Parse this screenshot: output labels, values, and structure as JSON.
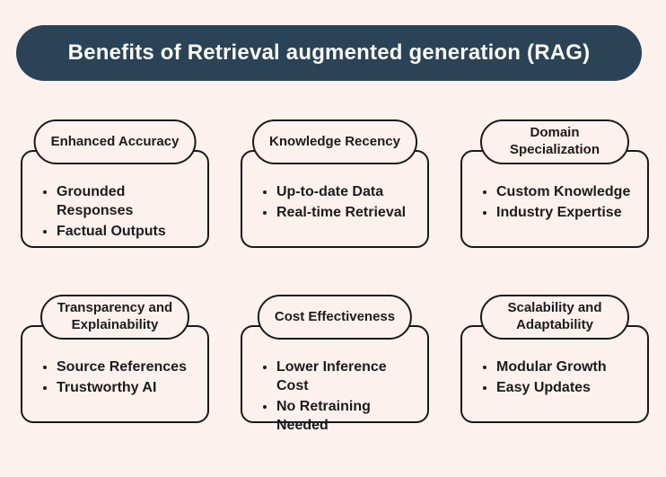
{
  "page": {
    "background_color": "#fdf1ee",
    "accent_color": "#2b4356",
    "border_color": "#1a1a1a",
    "text_color": "#1c1c1c"
  },
  "header": {
    "title": "Benefits of Retrieval augmented generation (RAG)",
    "text_color": "#fafaf8"
  },
  "cards": [
    {
      "title": "Enhanced Accuracy",
      "bullets": [
        "Grounded Responses",
        "Factual Outputs"
      ]
    },
    {
      "title": "Knowledge Recency",
      "bullets": [
        "Up-to-date Data",
        "Real-time Retrieval"
      ]
    },
    {
      "title": "Domain Specialization",
      "bullets": [
        "Custom Knowledge",
        "Industry Expertise"
      ]
    },
    {
      "title": "Transparency and Explainability",
      "bullets": [
        "Source References",
        "Trustworthy AI"
      ]
    },
    {
      "title": "Cost Effectiveness",
      "bullets": [
        "Lower Inference Cost",
        "No Retraining Needed"
      ]
    },
    {
      "title": "Scalability and Adaptability",
      "bullets": [
        "Modular Growth",
        "Easy Updates"
      ]
    }
  ]
}
